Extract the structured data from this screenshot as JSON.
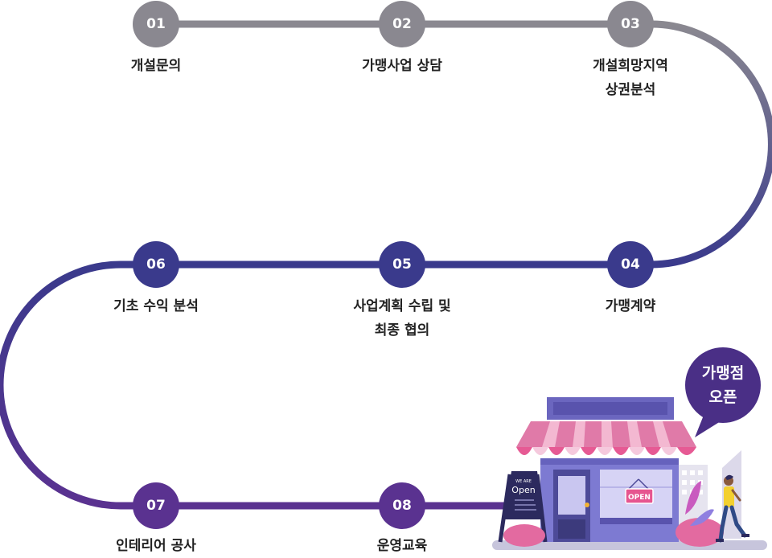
{
  "colors": {
    "step_grey": "#8a8890",
    "step_navy": "#3a3a8c",
    "step_purple": "#5a3290",
    "bubble": "#4a2f86"
  },
  "steps": [
    {
      "num": "01",
      "lines": [
        "개설문의"
      ]
    },
    {
      "num": "02",
      "lines": [
        "가맹사업 상담"
      ]
    },
    {
      "num": "03",
      "lines": [
        "개설희망지역",
        "상권분석"
      ]
    },
    {
      "num": "04",
      "lines": [
        "가맹계약"
      ]
    },
    {
      "num": "05",
      "lines": [
        "사업계획 수립 및",
        "최종 협의"
      ]
    },
    {
      "num": "06",
      "lines": [
        "기초 수익 분석"
      ]
    },
    {
      "num": "07",
      "lines": [
        "인테리어 공사"
      ]
    },
    {
      "num": "08",
      "lines": [
        "운영교육"
      ]
    }
  ],
  "final": {
    "lines": [
      "가맹점",
      "오픈"
    ]
  },
  "store": {
    "signboard_small": "WE ARE",
    "signboard_big": "Open",
    "door_sign": "OPEN"
  }
}
